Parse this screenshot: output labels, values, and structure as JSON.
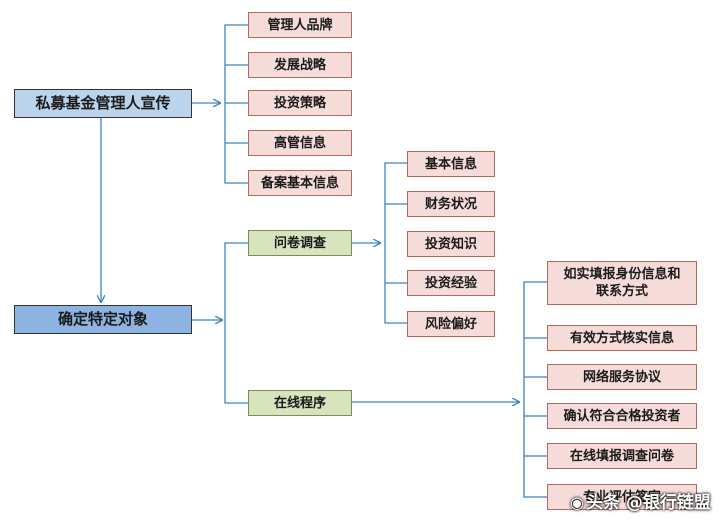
{
  "colors": {
    "connector": "#3b83c4",
    "main_fill": "#bcd3ec",
    "main_fill_dark": "#8db3e2",
    "leaf_fill": "#f6dcd9",
    "leaf_border": "#b46a5c",
    "mid_fill": "#d7e4bd"
  },
  "root": {
    "label": "私募基金管理人宣传"
  },
  "promotion_items": [
    "管理人品牌",
    "发展战略",
    "投资策略",
    "高管信息",
    "备案基本信息"
  ],
  "target": {
    "label": "确定特定对象"
  },
  "survey": {
    "label": "问卷调查"
  },
  "survey_items": [
    "基本信息",
    "财务状况",
    "投资知识",
    "投资经验",
    "风险偏好"
  ],
  "online": {
    "label": "在线程序"
  },
  "online_items": [
    "如实填报身份信息和联系方式",
    "有效方式核实信息",
    "网络服务协议",
    "确认符合合格投资者",
    "在线填报调查问卷",
    "专业评估签字"
  ],
  "watermark": {
    "icon": "camera-icon",
    "prefix": "头条",
    "handle": "@银行链盟"
  }
}
